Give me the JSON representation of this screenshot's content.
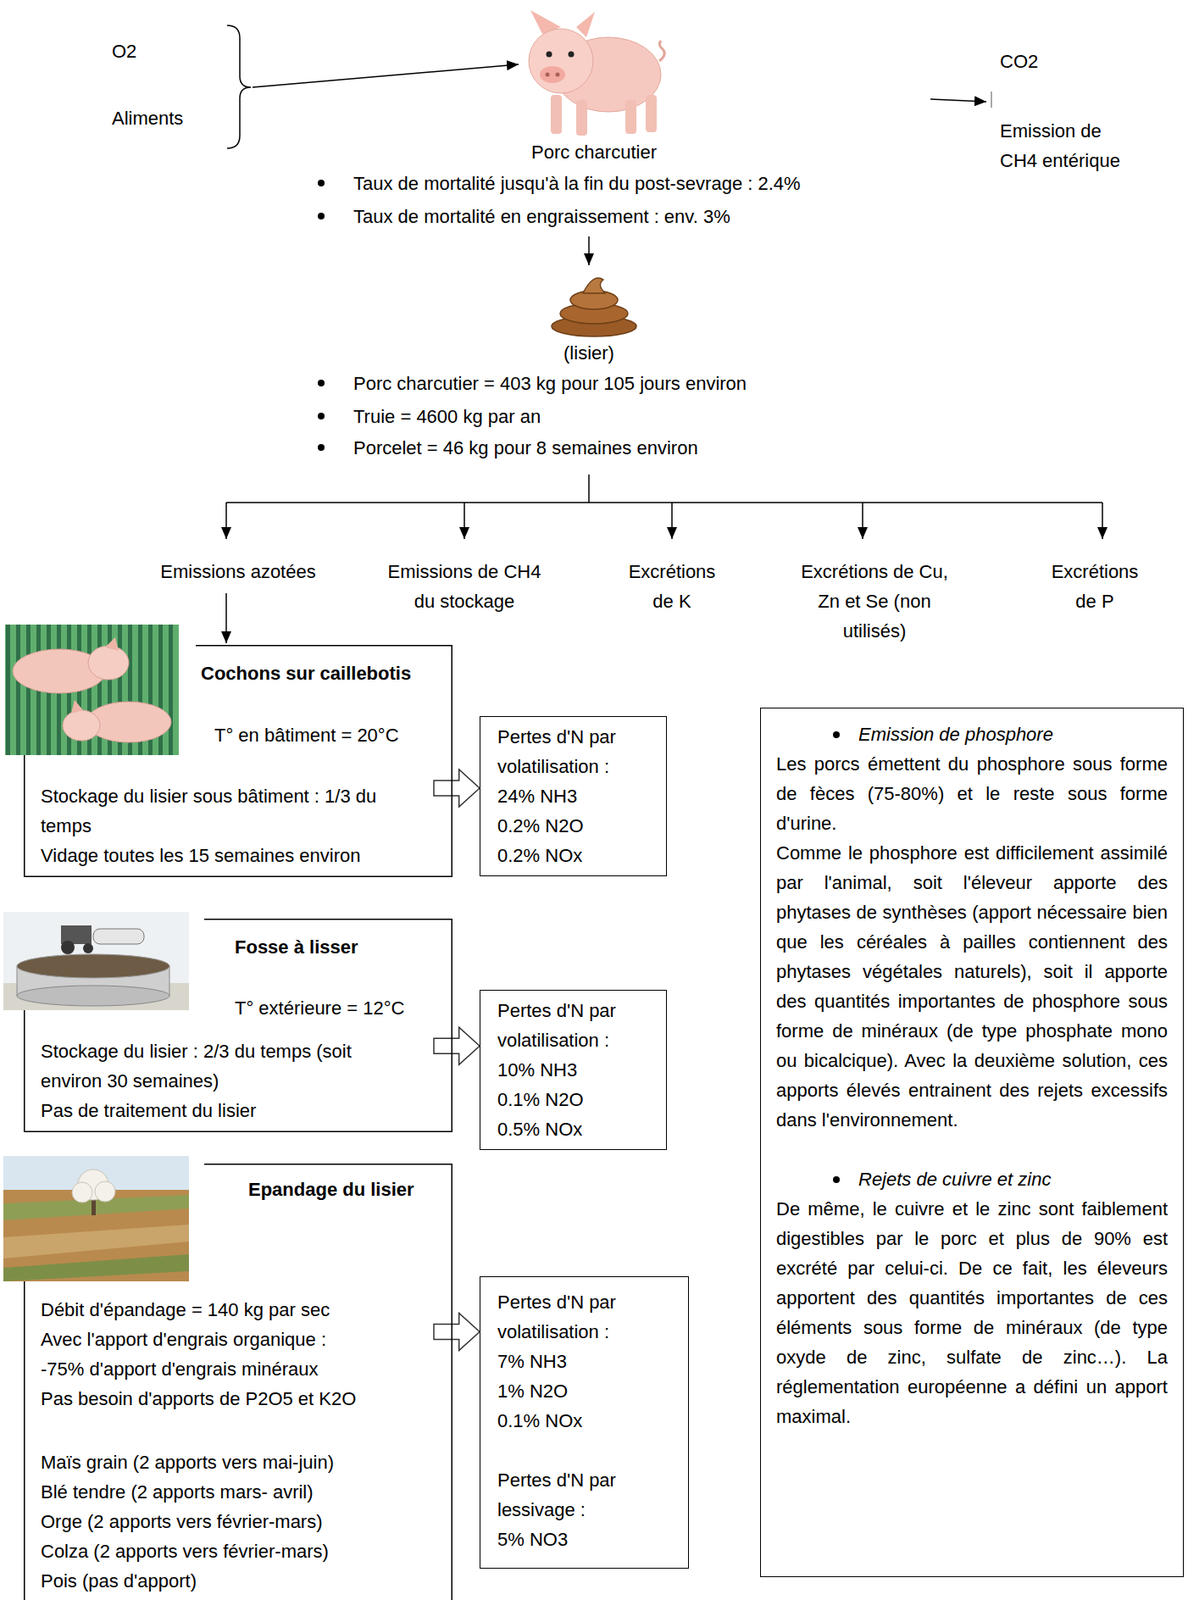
{
  "diagram": {
    "nodes": [
      {
        "text": [
          "Cochons sur caillebotis",
          "T° en bâtiment = 20°C",
          "Stockage du lisier sous bâtiment : 1/3 du temps",
          "Vidage toutes les 15 semaines environ"
        ]
      },
      {
        "text": [
          "Pertes d'N par volatilisation :",
          "24% NH3",
          "0.2% N2O",
          "0.2% NOx"
        ]
      },
      {
        "text": [
          "Fosse à lisser",
          "T° extérieure = 12°C",
          "Stockage du lisier : 2/3 du temps (soit environ 30 semaines)",
          "Pas de traitement du lisier"
        ]
      },
      {
        "text": [
          "Pertes d'N par volatilisation :",
          "10% NH3",
          "0.1% N2O",
          "0.5% NOx"
        ]
      },
      {
        "text": [
          "Epandage du lisier",
          "Débit d'épandage = 140 kg par sec",
          "Avec l'apport d'engrais organique :",
          "-75% d'apport d'engrais minéraux",
          "Pas besoin d'apports de P2O5 et K2O",
          "Maïs grain (2 apports vers mai-juin)",
          "Blé tendre (2 apports mars- avril)",
          "Orge (2 apports vers février-mars)",
          "Colza (2 apports vers février-mars)",
          "Pois (pas d'apport)"
        ]
      },
      {
        "text": [
          "Pertes d'N par volatilisation :",
          "7% NH3",
          "1% N2O",
          "0.1% NOx",
          "Pertes d'N par lessivage :",
          "5% NO3"
        ]
      },
      {
        "text": [
          "Emission de phosphore",
          "Les porcs émettent du phosphore sous forme de fèces (75-80%) et le reste sous forme d'urine.",
          "Comme le phosphore est difficilement assimilé par l'animal, soit l'éleveur apporte des phytases de synthèses (apport nécessaire bien que les céréales à pailles contiennent des phytases végétales naturels), soit il apporte des quantités importantes de phosphore sous forme de minéraux (de type phosphate mono ou bicalcique). Avec la deuxième solution, ces apports élevés entrainent des rejets excessifs dans l'environnement.",
          "Rejets de cuivre et zinc",
          "De même, le cuivre et le zinc sont faiblement digestibles par le porc et plus de 90% est excrété par celui-ci. De ce fait, les éleveurs apportent des quantités importantes de ces éléments sous forme de minéraux (de type oxyde de zinc, sulfate de zinc…). La réglementation européenne a défini un apport maximal."
        ]
      }
    ],
    "edges": [
      {
        "from": 0,
        "to": 1,
        "arrow": "to"
      },
      {
        "from": 2,
        "to": 3,
        "arrow": "to"
      },
      {
        "from": 4,
        "to": 5,
        "arrow": "to"
      }
    ],
    "labels": [
      "O2",
      "Aliments",
      "Porc charcutier",
      "Taux de mortalité jusqu'à la fin du post-sevrage : 2.4%",
      "Taux de mortalité en engraissement : env. 3%",
      "CO2",
      "Emission de CH4 entérique",
      "(lisier)",
      "Porc charcutier = 403 kg pour 105 jours environ",
      "Truie = 4600 kg par an",
      "Porcelet = 46 kg pour 8 semaines environ",
      "Emissions azotées",
      "Emissions de CH4 du stockage",
      "Excrétions de K",
      "Excrétions de Cu, Zn et Se (non utilisés)",
      "Excrétions de P"
    ]
  }
}
